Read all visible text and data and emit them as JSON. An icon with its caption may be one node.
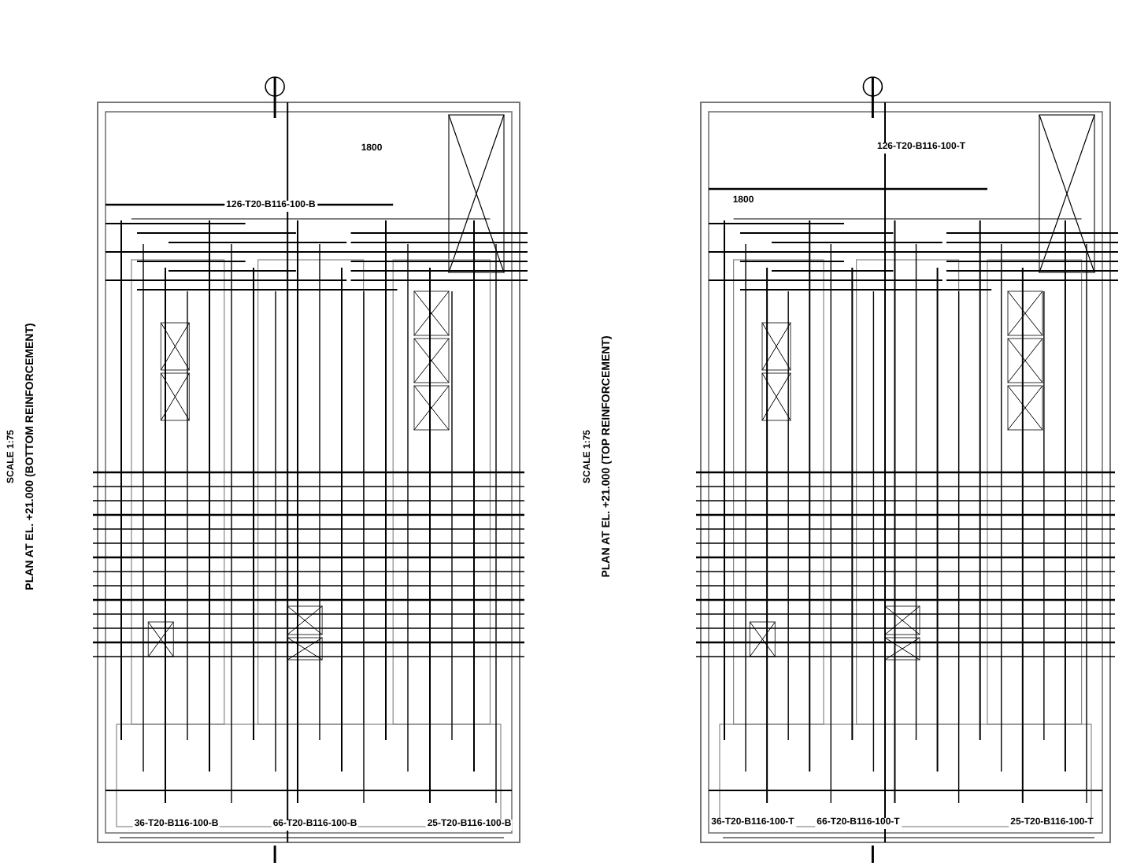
{
  "diagram": {
    "labels": [
      "PLAN AT EL. +21.000 (BOTTOM REINFORCEMENT)",
      "SCALE 1:75",
      "1800",
      "126-T20-B116-100-B",
      "36-T20-B116-100-B",
      "66-T20-B116-100-B",
      "25-T20-B116-100-B",
      "PLAN AT EL. +21.000 (TOP REINFORCEMENT)",
      "SCALE 1:75",
      "126-T20-B116-100-T",
      "1800",
      "36-T20-B116-100-T",
      "66-T20-B116-100-T",
      "25-T20-B116-100-T"
    ]
  }
}
